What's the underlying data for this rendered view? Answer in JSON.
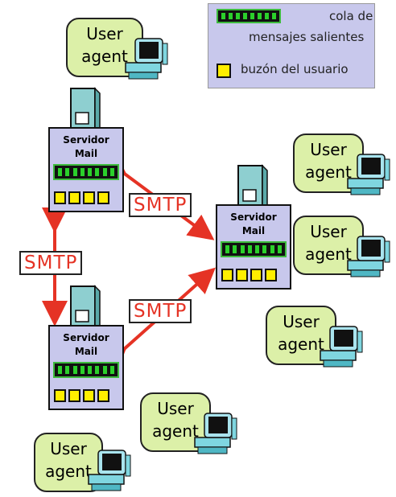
{
  "legend": {
    "queue_label_1": "cola de",
    "queue_label_2": "mensajes salientes",
    "mailbox_label": "buzón del usuario"
  },
  "servers": [
    {
      "label_1": "Servidor",
      "label_2": "Mail"
    },
    {
      "label_1": "Servidor",
      "label_2": "Mail"
    },
    {
      "label_1": "Servidor",
      "label_2": "Mail"
    }
  ],
  "smtp_labels": [
    "SMTP",
    "SMTP",
    "SMTP"
  ],
  "user_agents": [
    {
      "line_1": "User",
      "line_2": "agent"
    },
    {
      "line_1": "User",
      "line_2": "agent"
    },
    {
      "line_1": "User",
      "line_2": "agent"
    },
    {
      "line_1": "User",
      "line_2": "agent"
    },
    {
      "line_1": "User",
      "line_2": "agent"
    },
    {
      "line_1": "User",
      "line_2": "agent"
    }
  ],
  "colors": {
    "user_agent_fill": "#dcf0a8",
    "server_fill": "#c8c8ec",
    "queue_bar": "#2bd02b",
    "mailbox_fill": "#ffee00",
    "arrow": "#e53325",
    "smtp_text": "#e53325"
  },
  "icons": [
    "server-tower-icon",
    "computer-icon",
    "mailbox-icon",
    "queue-icon"
  ]
}
